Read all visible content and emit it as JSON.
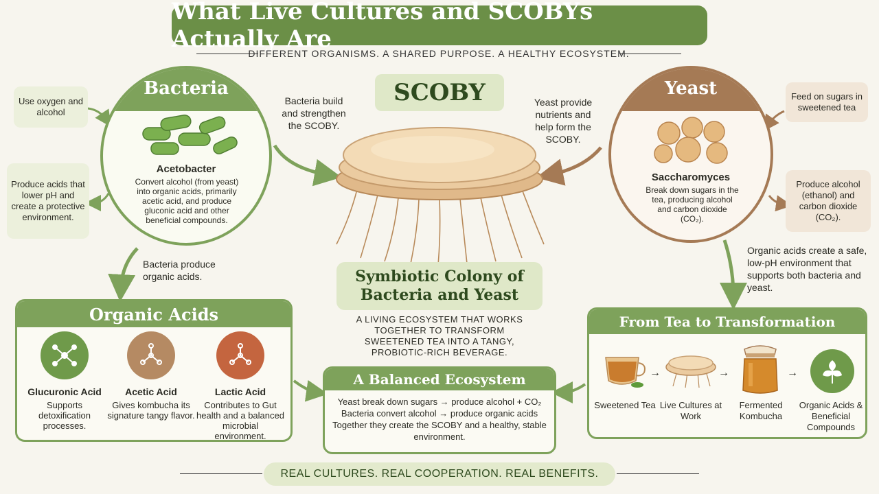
{
  "title": "What Live Cultures and SCOBYs Actually Are",
  "subtitle": "DIFFERENT ORGANISMS. A SHARED PURPOSE. A HEALTHY ECOSYSTEM.",
  "bacteria": {
    "heading": "Bacteria",
    "organism": "Acetobacter",
    "description": "Convert alcohol (from yeast) into organic acids, primarily acetic acid, and produce gluconic acid and other beneficial compounds.",
    "note_top": "Use oxygen and alcohol",
    "note_bottom": "Produce acids that lower pH and create a protective environment.",
    "builds_scoby": "Bacteria build and strengthen the SCOBY.",
    "produce_acids": "Bacteria produce organic acids."
  },
  "scoby": {
    "heading": "SCOBY",
    "colony_title": "Symbiotic Colony of Bacteria and Yeast",
    "colony_desc": "A LIVING ECOSYSTEM THAT WORKS TOGETHER TO TRANSFORM SWEETENED TEA INTO A TANGY, PROBIOTIC-RICH BEVERAGE."
  },
  "yeast": {
    "heading": "Yeast",
    "organism": "Saccharomyces",
    "description": "Break down sugars in the tea, producing alcohol and carbon dioxide (CO₂).",
    "note_top": "Feed on sugars in sweetened tea",
    "note_bottom": "Produce alcohol (ethanol) and carbon dioxide (CO₂).",
    "provides": "Yeast provide nutrients and help form the SCOBY.",
    "acids_env": "Organic acids create a safe, low-pH environment that supports both bacteria and yeast."
  },
  "organic_acids": {
    "heading": "Organic Acids",
    "items": [
      {
        "name": "Glucuronic Acid",
        "desc": "Supports detoxification processes.",
        "color": "#6f9a4a"
      },
      {
        "name": "Acetic Acid",
        "desc": "Gives kombucha its signature tangy flavor.",
        "color": "#b58a63"
      },
      {
        "name": "Lactic Acid",
        "desc": "Contributes to Gut health and a balanced microbial environment.",
        "color": "#c4653f"
      }
    ]
  },
  "ecosystem": {
    "heading": "A Balanced Ecosystem",
    "line1": "Yeast break down sugars → produce alcohol + CO₂",
    "line2": "Bacteria convert alcohol → produce organic acids",
    "line3": "Together they create the SCOBY and a healthy, stable environment."
  },
  "transformation": {
    "heading": "From Tea to Transformation",
    "steps": [
      "Sweetened Tea",
      "Live Cultures at Work",
      "Fermented Kombucha",
      "Organic Acids & Beneficial Compounds"
    ]
  },
  "footer": "REAL CULTURES. REAL COOPERATION. REAL BENEFITS.",
  "colors": {
    "green": "#6b8f47",
    "light_green": "#ecf0dc",
    "brown": "#a57a55",
    "tan": "#f1e6d8"
  }
}
